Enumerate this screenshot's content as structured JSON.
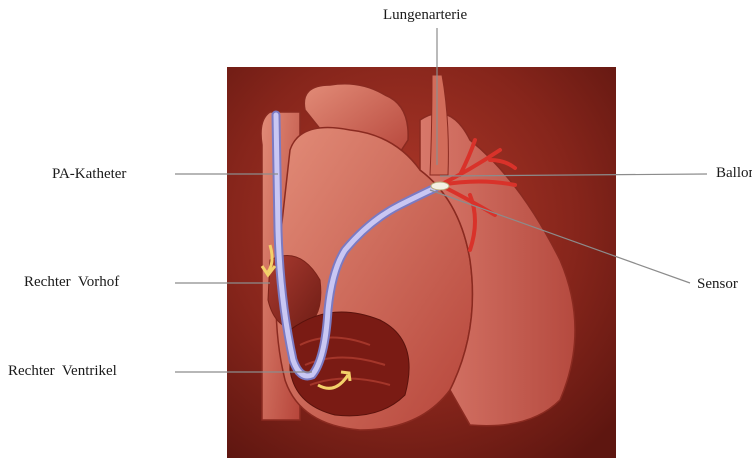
{
  "labels": {
    "pulmonary_artery": "Lungenarterie",
    "pa_catheter": "PA-Katheter",
    "balloon": "Ballon",
    "sensor": "Sensor",
    "right_atrium": "Rechter  Vorhof",
    "right_ventricle": "Rechter  Ventrikel"
  },
  "colors": {
    "background_dark": "#5e1610",
    "background_light": "#b0392a",
    "heart_tissue": "#c9534a",
    "heart_highlight": "#e79a86",
    "catheter": "#b9b6ec",
    "arteries": "#d9322a",
    "leader_line": "#8c8c8c",
    "arrow": "#f3d16a"
  },
  "icons": [
    "catheter-tube",
    "balloon-tip",
    "flow-arrow"
  ]
}
